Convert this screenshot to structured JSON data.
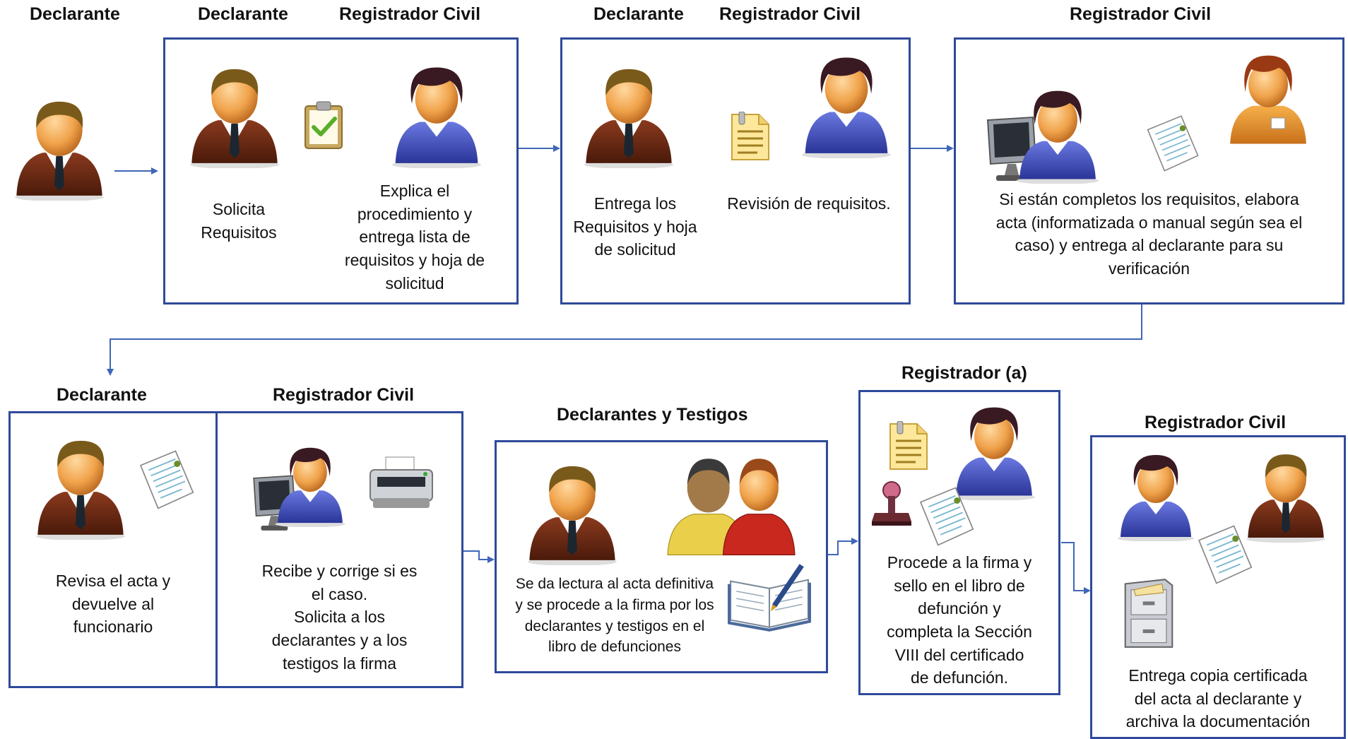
{
  "colors": {
    "box_border": "#2f4a9a",
    "arrow": "#3f66b8",
    "man_suit": "#6a2a16",
    "woman_top": "#3e4fc0"
  },
  "icons": [
    "man-icon",
    "woman-icon",
    "clipboard-check-icon",
    "document-icon",
    "signed-paper-icon",
    "computer-icon",
    "printer-icon",
    "people-group-icon",
    "open-book-icon",
    "stamp-icon",
    "file-cabinet-icon",
    "arrow-icon"
  ],
  "step1": {
    "role": "Declarante"
  },
  "step2": {
    "role_left": "Declarante",
    "role_right": "Registrador Civil",
    "text_left": [
      "Solicita",
      "Requisitos"
    ],
    "text_right": [
      "Explica el",
      "procedimiento y",
      "entrega lista de",
      "requisitos y hoja de",
      "solicitud"
    ]
  },
  "step3": {
    "role_left": "Declarante",
    "role_right": "Registrador Civil",
    "text_left": [
      "Entrega los",
      "Requisitos y hoja",
      "de solicitud"
    ],
    "text_right": [
      "Revisión de requisitos."
    ]
  },
  "step4": {
    "role": "Registrador Civil",
    "text": [
      "Si están completos los requisitos, elabora",
      "acta (informatizada o manual según sea el",
      "caso) y entrega al declarante para su",
      "verificación"
    ]
  },
  "step5": {
    "role": "Declarante",
    "text": [
      "Revisa el acta y",
      "devuelve al",
      "funcionario"
    ]
  },
  "step6": {
    "role": "Registrador Civil",
    "text": [
      "Recibe y corrige si es",
      "el caso.",
      "Solicita a los",
      "declarantes y a los",
      "testigos la firma"
    ]
  },
  "step7": {
    "role": "Declarantes y Testigos",
    "text": [
      "Se da lectura al acta definitiva",
      "y se procede a la firma por los",
      "declarantes y testigos en el",
      "libro de defunciones"
    ]
  },
  "step8": {
    "role": "Registrador (a)",
    "text": [
      "Procede a la firma y",
      "sello en el libro de",
      "defunción y",
      "completa la Sección",
      "VIII del certificado",
      "de defunción."
    ]
  },
  "step9": {
    "role": "Registrador Civil",
    "text": [
      "Entrega copia certificada",
      "del acta al declarante y",
      "archiva la documentación"
    ]
  }
}
